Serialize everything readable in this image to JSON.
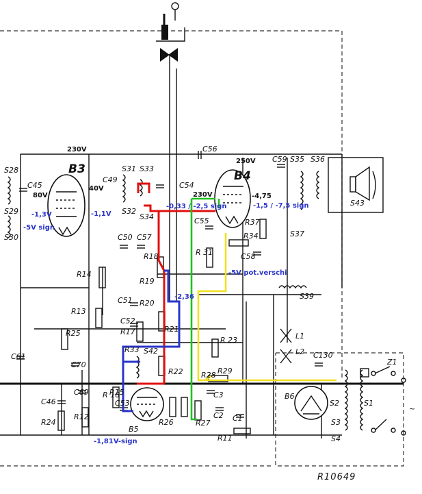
{
  "tubes": {
    "b3": "B3",
    "b4": "B4",
    "b5": "B5",
    "b6": "B6"
  },
  "voltages": {
    "v230_b3": "230V",
    "v250_b4": "250V",
    "v40": "40V",
    "v80": "80V",
    "v475": "-4,75",
    "v230_green": "230V"
  },
  "annotations": {
    "a13": "-1,3V",
    "a5vsign": "-5V sign",
    "a11": "-1,1V",
    "a033": "-0,33 / -2,5 sign",
    "a15": "-1,5 / -7,5 sign",
    "a5vpot": "-5V pot.verschi",
    "a236": "-2,36",
    "a181": "-1,81V-sign"
  },
  "components": {
    "s28": "S28",
    "c45": "C45",
    "s29": "S29",
    "s30": "S30",
    "c49": "C49",
    "s31": "S31",
    "s33": "S33",
    "s32": "S32",
    "s34": "S34",
    "c54": "C54",
    "c56": "C56",
    "c59": "C59",
    "s35": "S35",
    "s36": "S36",
    "s43": "S43",
    "s37": "S37",
    "r37": "R37",
    "r34": "R34",
    "c58": "C58",
    "c55": "C55",
    "r31": "R\n31",
    "c50": "C50",
    "c57": "C57",
    "r18": "R18",
    "r19": "R19",
    "r14": "R14",
    "c51": "C51",
    "r20": "R20",
    "r13": "R13",
    "c52": "C52",
    "r17": "R17",
    "r21": "R21",
    "r25": "R25",
    "r23": "R\n23",
    "c61": "C61",
    "c70": "C70",
    "r33": "R33",
    "s42": "S42",
    "r22": "R22",
    "r28": "R28",
    "r29": "R29",
    "c3": "C3",
    "c46": "C46",
    "c69": "C69",
    "r15": "R15",
    "r26": "R26",
    "r16": "R\n16",
    "c53": "C53",
    "c2": "C2",
    "c1": "C1",
    "r27": "R27",
    "r11": "R11",
    "r24": "R24",
    "r12": "R12",
    "s39": "S39",
    "l1": "L1",
    "l2": "L2",
    "c130": "C130",
    "z1": "Z1",
    "s2": "S2",
    "s1": "S1",
    "s3": "S3",
    "s4": "S4",
    "tilde": "~"
  },
  "footer": {
    "drawing_no": "R10649"
  },
  "colors": {
    "red": "#e01010",
    "blue": "#2a35c8",
    "green": "#20c020",
    "yellow": "#f0e020"
  }
}
